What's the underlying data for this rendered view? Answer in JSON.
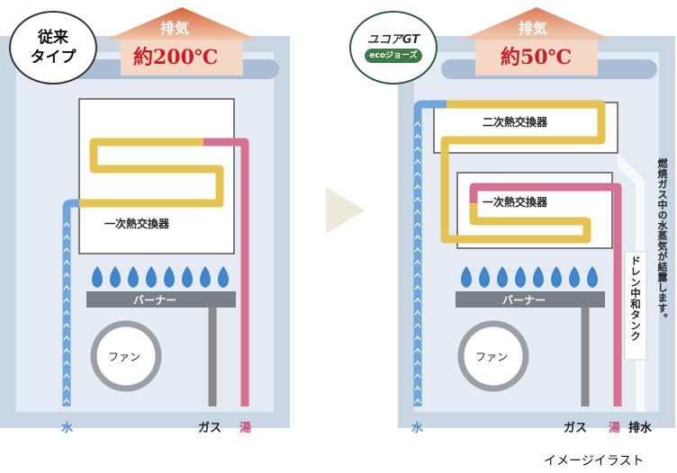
{
  "left_panel": {
    "badge_line1": "従来",
    "badge_line2": "タイプ",
    "exhaust_label": "排気",
    "exhaust_temp": "約200℃",
    "primary_exchanger_label": "一次熱交換器",
    "burner_label": "バーナー",
    "fan_label": "ファン",
    "water_label": "水",
    "gas_label": "ガス",
    "hot_water_label": "湯"
  },
  "right_panel": {
    "badge_line1": "ユコアGT",
    "badge_line2": "ecoジョーズ",
    "exhaust_label": "排気",
    "exhaust_temp": "約50℃",
    "secondary_exchanger_label": "二次熱交換器",
    "primary_exchanger_label": "一次熱交換器",
    "burner_label": "バーナー",
    "fan_label": "ファン",
    "drain_tank_label": "ドレン中和タンク",
    "condensation_note": "燃焼ガス中の水蒸気が結露します。",
    "water_label": "水",
    "gas_label": "ガス",
    "hot_water_label": "湯",
    "drain_label": "排水"
  },
  "caption": "イメージイラスト",
  "colors": {
    "cold_water": "#6fa6dc",
    "preheated_water": "#e6c24e",
    "hot_water": "#d77193",
    "gas": "#8a8a8a",
    "flame": "#3f86cc",
    "exhaust_hot": "#d9734a",
    "exhaust_warm": "#e7a57a",
    "body": "#c9d6e3"
  }
}
